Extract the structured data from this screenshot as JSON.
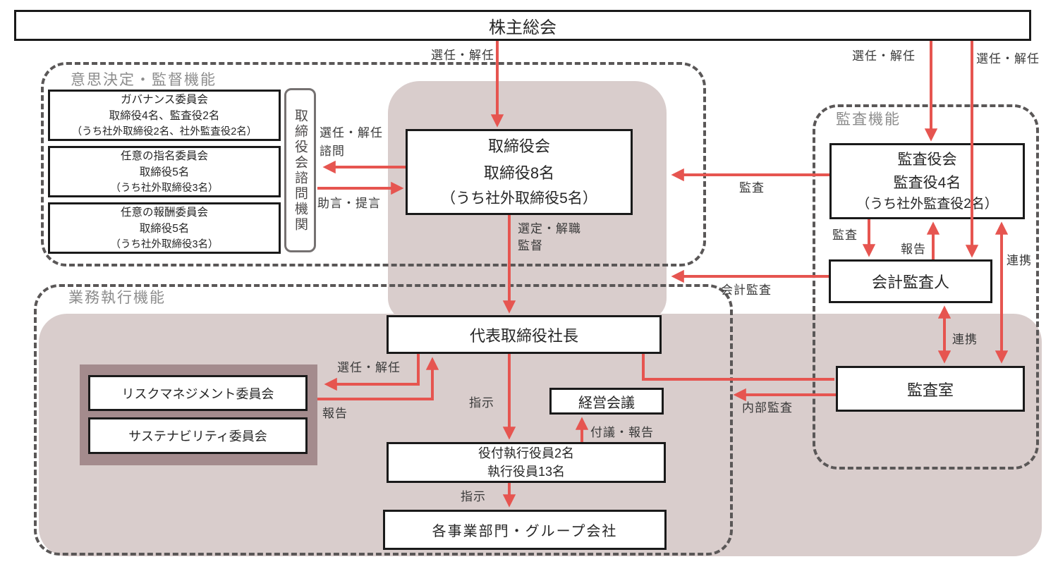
{
  "sections": {
    "decision": "意思決定・監督機能",
    "audit": "監査機能",
    "execution": "業務執行機能"
  },
  "boxes": {
    "shareholders": {
      "label": "株主総会"
    },
    "governance": {
      "lines": [
        "ガバナンス委員会",
        "取締役4名、監査役2名",
        "（うち社外取締役2名、社外監査役2名）"
      ]
    },
    "nomination": {
      "lines": [
        "任意の指名委員会",
        "取締役5名",
        "（うち社外取締役3名）"
      ]
    },
    "compensation": {
      "lines": [
        "任意の報酬委員会",
        "取締役5名",
        "（うち社外取締役3名）"
      ]
    },
    "advisory": {
      "label": "取締役会諮問機関"
    },
    "board": {
      "lines": [
        "取締役会",
        "取締役8名",
        "（うち社外取締役5名）"
      ]
    },
    "audit_board": {
      "lines": [
        "監査役会",
        "監査役4名",
        "（うち社外監査役2名）"
      ]
    },
    "accounting_auditor": {
      "label": "会計監査人"
    },
    "audit_office": {
      "label": "監査室"
    },
    "president": {
      "label": "代表取締役社長"
    },
    "risk": {
      "label": "リスクマネジメント委員会"
    },
    "sustainability": {
      "label": "サステナビリティ委員会"
    },
    "management_meeting": {
      "label": "経営会議"
    },
    "executive_officers": {
      "lines": [
        "役付執行役員2名",
        "執行役員13名"
      ]
    },
    "divisions": {
      "label": "各事業部門・グループ会社"
    }
  },
  "arrow_labels": {
    "appoint_board": "選任・解任",
    "appoint_audit_board": "選任・解任",
    "appoint_accounting": "選任・解任",
    "appoint_advisory": "選任・解任",
    "consult": "諮問",
    "advice": "助言・提言",
    "select_dismiss": "選定・解職",
    "supervise": "監督",
    "audit_to_board": "監査",
    "accounting_audit": "会計監査",
    "audit_small": "監査",
    "report_right": "報告",
    "cooperation_tall": "連携",
    "cooperation_short": "連携",
    "internal_audit": "内部監査",
    "appoint_risk": "選任・解任",
    "report_left": "報告",
    "instruct_1": "指示",
    "instruct_2": "指示",
    "submit_report": "付議・報告"
  },
  "colors": {
    "arrow_red": "#e65550",
    "pink_background": "#d9cdcc",
    "mauve_container": "#a48b8d",
    "dashed_border_gray": "#5a5757",
    "section_label_gray": "#8c8c8c",
    "node_border": "#1a1a1a"
  }
}
